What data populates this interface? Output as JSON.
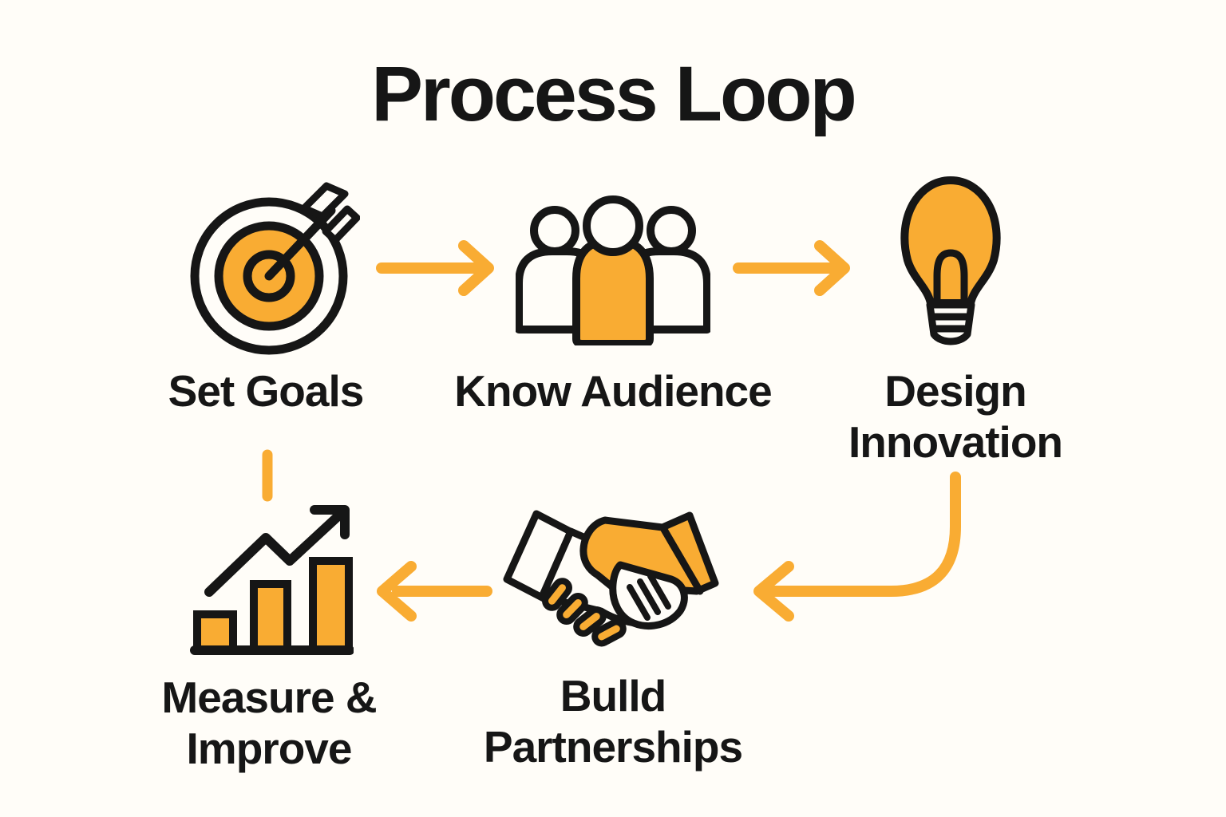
{
  "title": "Process Loop",
  "colors": {
    "accent_orange": "#F9AC33",
    "ink": "#161616",
    "background": "#FFFDF8"
  },
  "steps": [
    {
      "id": "set-goals",
      "label": "Set Goals",
      "icon": "target-icon"
    },
    {
      "id": "know-audience",
      "label": "Know Audience",
      "icon": "people-icon"
    },
    {
      "id": "design-innovation",
      "label": "Design\nInnovation",
      "icon": "lightbulb-icon"
    },
    {
      "id": "build-partnerships",
      "label": "Bulld\nPartnerships",
      "icon": "handshake-icon"
    },
    {
      "id": "measure-improve",
      "label": "Measure &\nImprove",
      "icon": "bar-chart-icon"
    }
  ],
  "connectors": [
    {
      "from": "Set Goals",
      "to": "Know Audience",
      "style": "straight-arrow-right"
    },
    {
      "from": "Know Audience",
      "to": "Design Innovation",
      "style": "straight-arrow-right"
    },
    {
      "from": "Design Innovation",
      "to": "Bulld Partnerships",
      "style": "curved-arrow-down-left"
    },
    {
      "from": "Bulld Partnerships",
      "to": "Measure & Improve",
      "style": "straight-arrow-left"
    },
    {
      "from": "Measure & Improve",
      "to": "Set Goals",
      "style": "vertical-stub"
    }
  ]
}
